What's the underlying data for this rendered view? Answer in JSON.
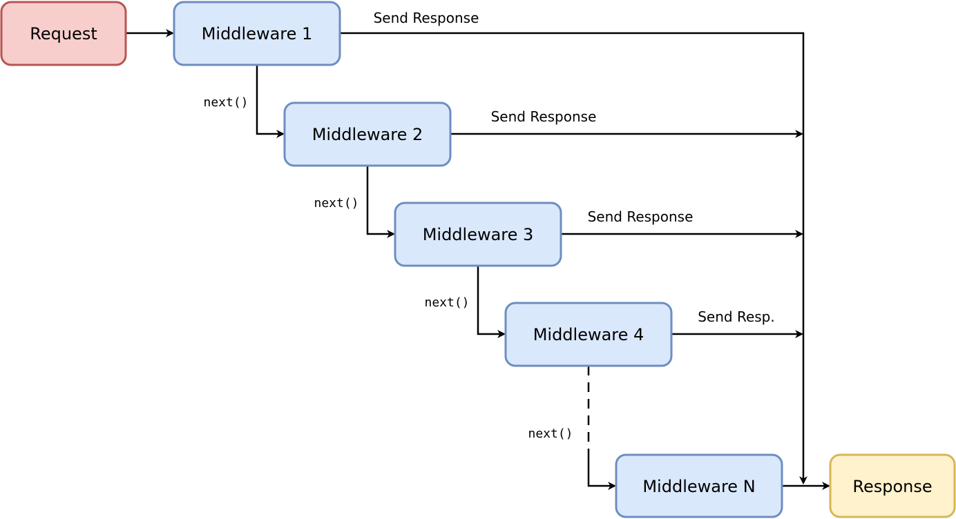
{
  "nodes": {
    "request": {
      "label": "Request"
    },
    "middleware_1": {
      "label": "Middleware 1"
    },
    "middleware_2": {
      "label": "Middleware 2"
    },
    "middleware_3": {
      "label": "Middleware 3"
    },
    "middleware_4": {
      "label": "Middleware 4"
    },
    "middleware_n": {
      "label": "Middleware N"
    },
    "response": {
      "label": "Response"
    }
  },
  "edges": {
    "send_response_1": "Send Response",
    "send_response_2": "Send Response",
    "send_response_3": "Send Response",
    "send_response_4": "Send Resp.",
    "next_1": "next()",
    "next_2": "next()",
    "next_3": "next()",
    "next_4": "next()"
  },
  "colors": {
    "request_fill": "#f8cecc",
    "request_stroke": "#b85450",
    "middleware_fill": "#dae8fc",
    "middleware_stroke": "#6c8ebf",
    "response_fill": "#fff2cc",
    "response_stroke": "#d6b656"
  }
}
